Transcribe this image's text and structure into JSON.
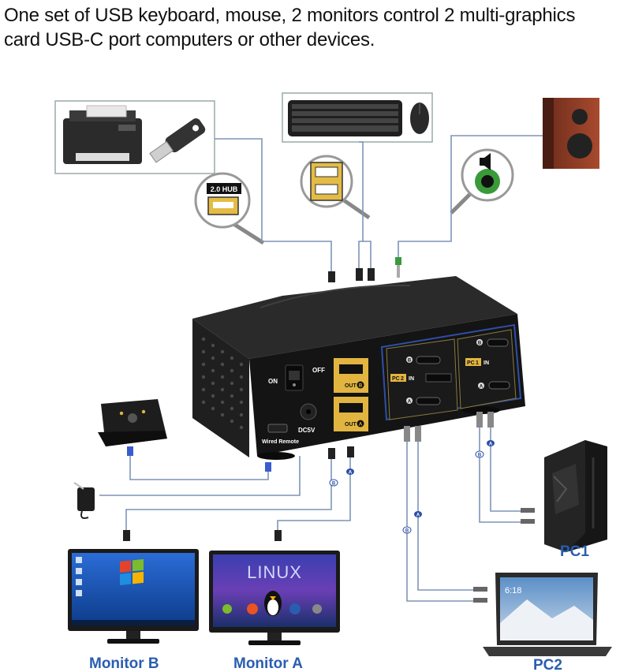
{
  "headline": {
    "line1": "One set of USB keyboard, mouse, 2 monitors control 2 multi-graphics",
    "line2": "card  USB-C port computers or other devices."
  },
  "zoom_badges": {
    "usb_hub": "2.0 HUB"
  },
  "kvm_panel": {
    "switch_on": "ON",
    "switch_off": "OFF",
    "out_b": "OUT",
    "out_b_letter": "B",
    "out_a": "OUT",
    "out_a_letter": "A",
    "dc": "DC5V",
    "wired_remote": "Wired Remote",
    "pc2_in": "PC",
    "pc2_num": "2",
    "pc2_in_suffix": "IN",
    "pc1_in": "PC",
    "pc1_num": "1",
    "pc1_in_suffix": "IN",
    "port_b": "B",
    "port_a": "A"
  },
  "cable_tags": {
    "a": "A",
    "b": "B"
  },
  "monitor_a_screen": {
    "title": "LINUX"
  },
  "laptop_screen": {
    "time": "6:18"
  },
  "device_labels": {
    "monitor_b": "Monitor B",
    "monitor_a": "Monitor A",
    "pc1": "PC1",
    "pc2": "PC2"
  },
  "colors": {
    "cable": "#7e94b8",
    "accent_blue": "#2a5db0",
    "hdmi_gold": "#e2b540",
    "kvm_body": "#1b1b1b",
    "panel_blue": "#2e4fa8"
  }
}
